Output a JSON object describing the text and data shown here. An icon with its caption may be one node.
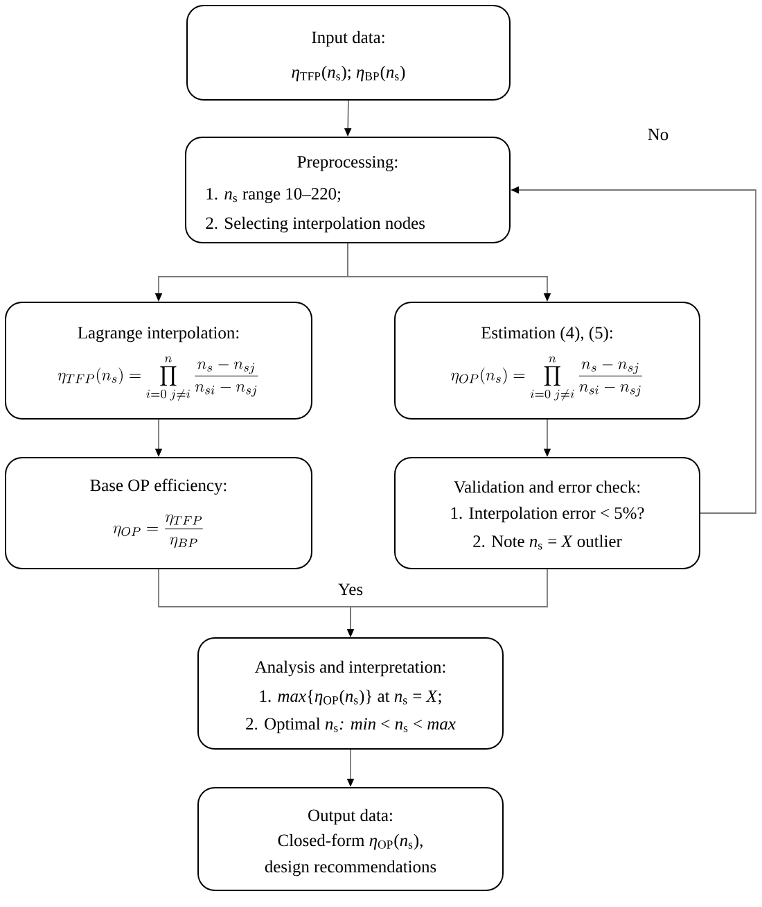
{
  "diagram": {
    "nodes": [
      {
        "text": [
          "Input data:",
          "*η*$_{TFP}$(*n*$_{s}$); *η*$_{BP}$(*n*$_{s}$)"
        ]
      },
      {
        "text": [
          "Preprocessing:",
          "1. *n*$_{s}$ range 10–220;",
          "2. Selecting interpolation nodes"
        ]
      },
      {
        "text": [
          "Lagrange interpolation:",
          "\\eta_{TFP}(n_s) = \\prod_{i=0\\;j\\neq i}^{n}\\frac{n_s - n_{sj}}{n_{si} - n_{sj}}"
        ]
      },
      {
        "text": [
          "Estimation (4), (5):",
          "\\eta_{OP}(n_s) = \\prod_{i=0\\;j\\neq i}^{n}\\frac{n_s - n_{sj}}{n_{si} - n_{sj}}"
        ]
      },
      {
        "text": [
          "Base OP efficiency:",
          "\\eta_{OP} = \\frac{\\eta_{TFP}}{\\eta_{BP}}"
        ]
      },
      {
        "text": [
          "Validation and error check:",
          "1. Interpolation error < 5%?",
          "2. Note *n*$_{s}$ = *X* outlier"
        ]
      },
      {
        "text": [
          "Analysis and interpretation:",
          "1. *max*{*η*$_{OP}$(*n*$_{s}$)} at *n*$_{s}$ = *X*;",
          "2. Optimal *n*$_{s}$*: min* < *n*$_{s}$ < *max*"
        ]
      },
      {
        "text": [
          "Output data:",
          "Closed-form *η*$_{OP}$(*n*$_{s}$),",
          "design recommendations"
        ]
      }
    ],
    "edges": [
      {
        "from": 0,
        "to": 1,
        "arrow": "to"
      },
      {
        "from": 1,
        "to": 2,
        "arrow": "to"
      },
      {
        "from": 1,
        "to": 3,
        "arrow": "to"
      },
      {
        "from": 2,
        "to": 4,
        "arrow": "to"
      },
      {
        "from": 3,
        "to": 5,
        "arrow": "to"
      },
      {
        "from": 5,
        "to": 1,
        "arrow": "to",
        "label": "No"
      },
      {
        "from": 4,
        "to": 6,
        "arrow": "to"
      },
      {
        "from": 5,
        "to": 6,
        "arrow": "to",
        "label": "Yes"
      },
      {
        "from": 6,
        "to": 7,
        "arrow": "to"
      }
    ]
  }
}
